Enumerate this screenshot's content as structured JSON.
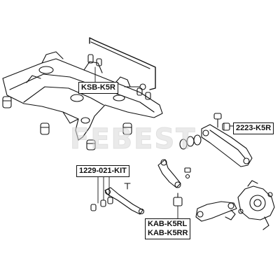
{
  "watermark": {
    "brand": "FEBEST"
  },
  "callouts": {
    "stabilizer": "KSB-K5R",
    "arm": "2223-K5R",
    "kit": "1229-021-KIT",
    "bushing_left": "KAB-K5RL",
    "bushing_right": "KAB-K5RR"
  }
}
